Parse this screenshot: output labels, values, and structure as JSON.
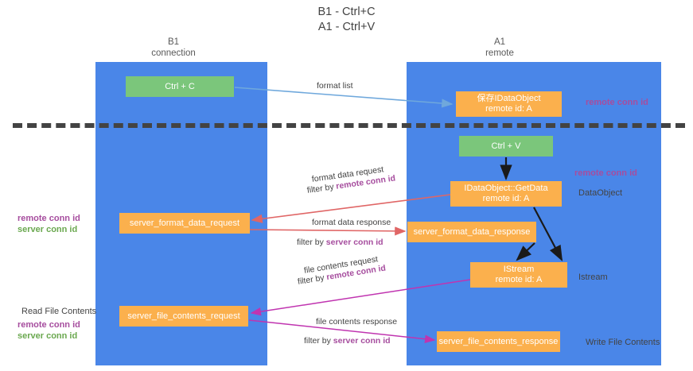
{
  "title": {
    "line1": "B1 - Ctrl+C",
    "line2": "A1 - Ctrl+V"
  },
  "columns": [
    {
      "name": "B1",
      "sub": "connection"
    },
    {
      "name": "A1",
      "sub": "remote"
    }
  ],
  "nodes": {
    "ctrl_c": {
      "label": "Ctrl + C",
      "color": "#7bc67b"
    },
    "save_dataobject": {
      "line1": "保存IDataObject",
      "line2": "remote id: A",
      "color": "#fbb04d"
    },
    "ctrl_v": {
      "label": "Ctrl + V",
      "color": "#7bc67b"
    },
    "getdata": {
      "line1": "IDataObject::GetData",
      "line2": "remote id: A",
      "color": "#fbb04d"
    },
    "server_format_data_request": {
      "label": "server_format_data_request",
      "color": "#fbb04d"
    },
    "server_format_data_response": {
      "label": "server_format_data_response",
      "color": "#fbb04d"
    },
    "istream": {
      "line1": "IStream",
      "line2": "remote id: A",
      "color": "#fbb04d"
    },
    "server_file_contents_request": {
      "label": "server_file_contents_request",
      "color": "#fbb04d"
    },
    "server_file_contents_response": {
      "label": "server_file_contents_response",
      "color": "#fbb04d"
    }
  },
  "edges": {
    "format_list": "format list",
    "format_data_request": "format data request",
    "format_data_request_filter_prefix": "filter by ",
    "format_data_request_filter_key": "remote conn id",
    "format_data_response": "format data response",
    "format_data_response_filter_prefix": "filter by ",
    "format_data_response_filter_key": "server conn id",
    "file_contents_request": "file contents request",
    "file_contents_request_filter_prefix": "filter by ",
    "file_contents_request_filter_key": "remote conn id",
    "file_contents_response": "file contents response",
    "file_contents_response_filter_prefix": "filter by ",
    "file_contents_response_filter_key": "server conn id"
  },
  "annotations": {
    "remote_conn_id_top": "remote conn id",
    "remote_conn_id_mid": "remote conn id",
    "dataobject": "DataObject",
    "istream": "Istream",
    "write_file_contents": "Write File Contents",
    "read_file_contents": "Read File Contents",
    "left_remote_conn_id_1": "remote conn id",
    "left_server_conn_id_1": "server conn id",
    "left_remote_conn_id_2": "remote conn id",
    "left_server_conn_id_2": "server conn id"
  },
  "colors": {
    "lane": "#4a86e8",
    "green_node": "#7bc67b",
    "orange_node": "#fbb04d",
    "purple_text": "#a64d9e",
    "green_text": "#6aa84f",
    "arrow_blue": "#6fa8dc",
    "arrow_red": "#e06666",
    "arrow_magenta": "#c034b0",
    "arrow_black": "#1a1a1a",
    "divider": "#434343",
    "background": "#ffffff"
  }
}
